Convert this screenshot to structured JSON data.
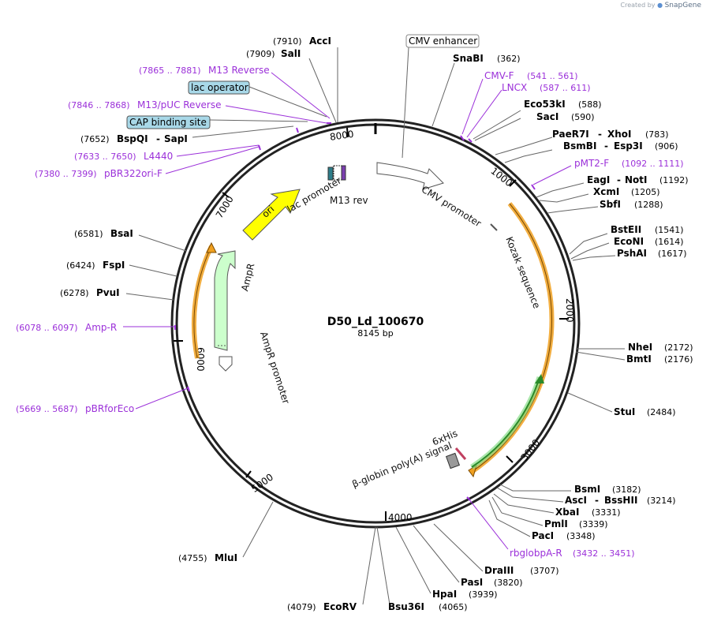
{
  "brand": {
    "prefix": "Created by",
    "name": "SnapGene"
  },
  "plasmid": {
    "name": "D50_Ld_100670",
    "length_label": "8145 bp"
  },
  "ticks": [
    "1000",
    "2000",
    "3000",
    "4000",
    "5000",
    "6000",
    "7000",
    "8000"
  ],
  "features": {
    "lac_promoter": "lac promoter",
    "m13_rev": "M13 rev",
    "cmv_promoter": "CMV promoter",
    "kozak": "Kozak sequence",
    "ori": "ori",
    "ampr": "AmpR",
    "ampr_promoter": "AmpR promoter",
    "his": "6xHis",
    "polya": "β-globin poly(A) signal"
  },
  "boxed": {
    "cmv_enhancer": "CMV enhancer",
    "lac_operator": "lac operator",
    "cap_site": "CAP binding site"
  },
  "sites": {
    "acci": {
      "name": "AccI",
      "pos": "(7910)"
    },
    "sali": {
      "name": "SalI",
      "pos": "(7909)"
    },
    "snabi": {
      "name": "SnaBI",
      "pos": "(362)"
    },
    "eco53ki": {
      "name": "Eco53kI",
      "pos": "(588)"
    },
    "saci": {
      "name": "SacI",
      "pos": "(590)"
    },
    "paer7i": {
      "name": "PaeR7I",
      "sep": "-",
      "name2": "XhoI",
      "pos": "(783)"
    },
    "bsmbi": {
      "name": "BsmBI",
      "sep": "-",
      "name2": "Esp3I",
      "pos": "(906)"
    },
    "eagi": {
      "name": "EagI",
      "sep": "-",
      "name2": "NotI",
      "pos": "(1192)"
    },
    "xcmi": {
      "name": "XcmI",
      "pos": "(1205)"
    },
    "sbfi": {
      "name": "SbfI",
      "pos": "(1288)"
    },
    "bsteii": {
      "name": "BstEII",
      "pos": "(1541)"
    },
    "econi": {
      "name": "EcoNI",
      "pos": "(1614)"
    },
    "pshai": {
      "name": "PshAI",
      "pos": "(1617)"
    },
    "nhei": {
      "name": "NheI",
      "pos": "(2172)"
    },
    "bmti": {
      "name": "BmtI",
      "pos": "(2176)"
    },
    "stui": {
      "name": "StuI",
      "pos": "(2484)"
    },
    "bsmi": {
      "name": "BsmI",
      "pos": "(3182)"
    },
    "asci": {
      "name": "AscI",
      "sep": "-",
      "name2": "BssHII",
      "pos": "(3214)"
    },
    "xbai": {
      "name": "XbaI",
      "pos": "(3331)"
    },
    "pmli": {
      "name": "PmlI",
      "pos": "(3339)"
    },
    "paci": {
      "name": "PacI",
      "pos": "(3348)"
    },
    "draiii": {
      "name": "DraIII",
      "pos": "(3707)"
    },
    "pasi": {
      "name": "PasI",
      "pos": "(3820)"
    },
    "hpai": {
      "name": "HpaI",
      "pos": "(3939)"
    },
    "bsu36i": {
      "name": "Bsu36I",
      "pos": "(4065)"
    },
    "ecorv": {
      "name": "EcoRV",
      "pos": "(4079)"
    },
    "mlui": {
      "name": "MluI",
      "pos": "(4755)"
    },
    "pvui": {
      "name": "PvuI",
      "pos": "(6278)"
    },
    "fspi": {
      "name": "FspI",
      "pos": "(6424)"
    },
    "bsai": {
      "name": "BsaI",
      "pos": "(6581)"
    },
    "bspqi": {
      "name": "BspQI",
      "sep": "-",
      "name2": "SapI",
      "pos": "(7652)"
    }
  },
  "primers": {
    "m13reverse": {
      "pos": "(7865 .. 7881)",
      "name": "M13 Reverse"
    },
    "m13puc": {
      "pos": "(7846 .. 7868)",
      "name": "M13/pUC Reverse"
    },
    "l4440": {
      "pos": "(7633 .. 7650)",
      "name": "L4440"
    },
    "pbr322ori": {
      "pos": "(7380 .. 7399)",
      "name": "pBR322ori-F"
    },
    "cmvf": {
      "name": "CMV-F",
      "pos": "(541 .. 561)"
    },
    "lncx": {
      "name": "LNCX",
      "pos": "(587 .. 611)"
    },
    "pmt2f": {
      "name": "pMT2-F",
      "pos": "(1092 .. 1111)"
    },
    "ampr_r": {
      "pos": "(6078 .. 6097)",
      "name": "Amp-R"
    },
    "pbrforeco": {
      "pos": "(5669 .. 5687)",
      "name": "pBRforEco"
    },
    "rbglobpa": {
      "name": "rbglobpA-R",
      "pos": "(3432 .. 3451)"
    }
  },
  "colors": {
    "primer": "#9b30d9",
    "ori": "#ffff00",
    "ampr": "#ccffcc",
    "cds_orange": "#f0a020",
    "cds_green": "#33aa33",
    "box_fill": "#a8d8e8"
  },
  "icons": {
    "brand": "snapgene-logo-icon"
  }
}
